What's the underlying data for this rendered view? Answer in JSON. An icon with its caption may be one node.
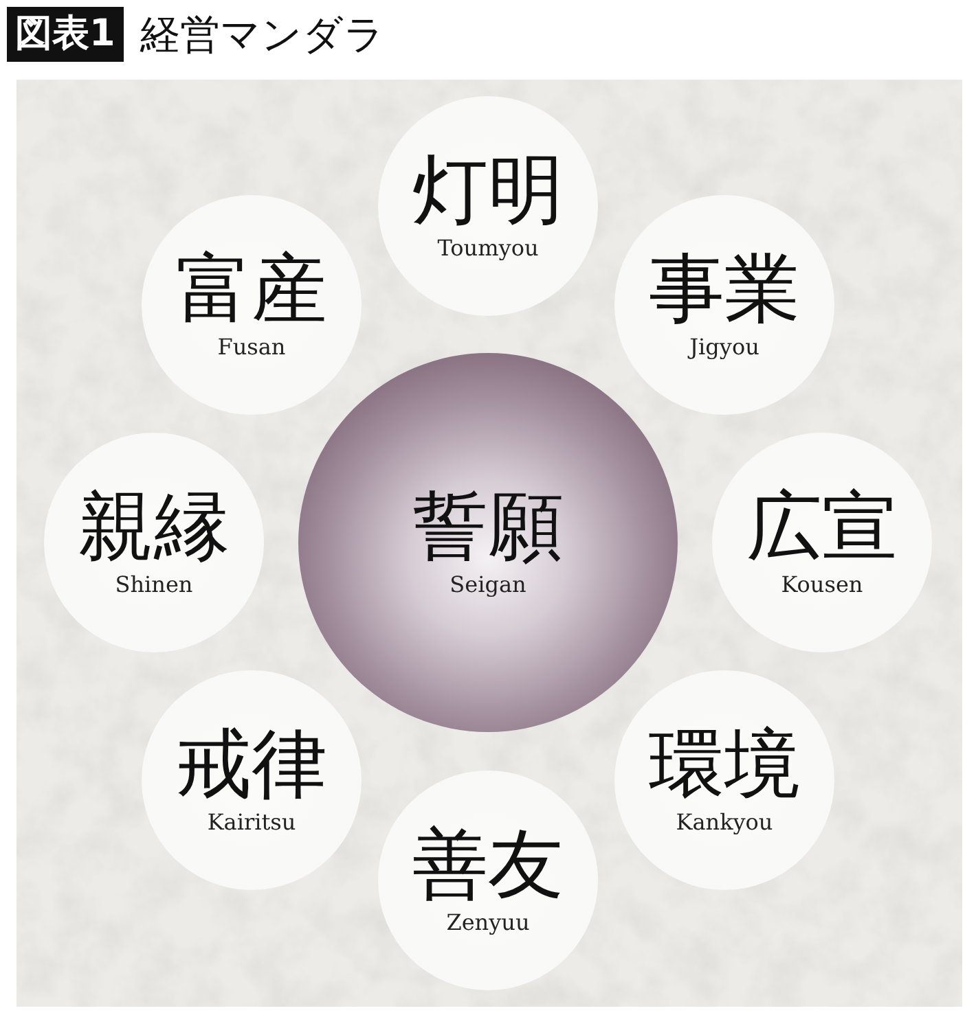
{
  "diagram": {
    "title": "経営マンダラ",
    "nodes": [
      {
        "text": [
          "誓願",
          "Seigan"
        ]
      },
      {
        "text": [
          "灯明",
          "Toumyou"
        ]
      },
      {
        "text": [
          "事業",
          "Jigyou"
        ]
      },
      {
        "text": [
          "広宣",
          "Kousen"
        ]
      },
      {
        "text": [
          "環境",
          "Kankyou"
        ]
      },
      {
        "text": [
          "善友",
          "Zenyuu"
        ]
      },
      {
        "text": [
          "戒律",
          "Kairitsu"
        ]
      },
      {
        "text": [
          "親縁",
          "Shinen"
        ]
      },
      {
        "text": [
          "富産",
          "Fusan"
        ]
      }
    ],
    "labels": [
      "図表1"
    ]
  }
}
